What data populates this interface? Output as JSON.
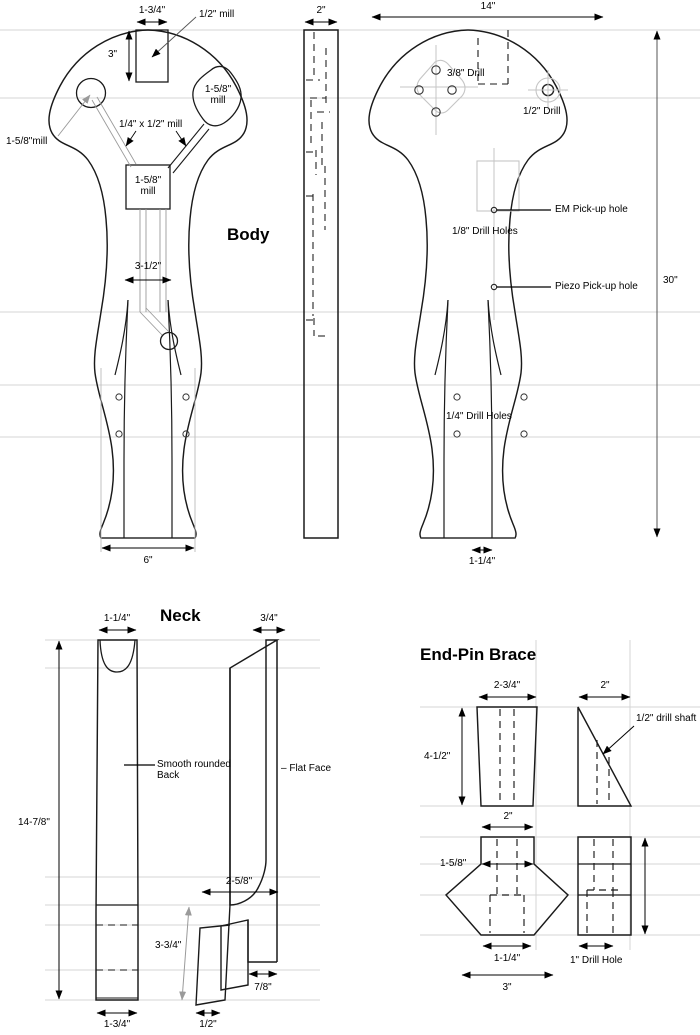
{
  "drawing": {
    "sheet_width": 700,
    "sheet_height": 1035,
    "line_color": "#000000",
    "guide_color": "#d0d0d0",
    "construction_color": "#bfbfbf"
  },
  "titles": {
    "body": "Body",
    "neck": "Neck",
    "end_pin_brace": "End-Pin Brace"
  },
  "body_view": {
    "dim_top_pocket_width": "1-3/4\"",
    "dim_top_pocket_depth": "3\"",
    "callout_half_inch_mill": "1/2\" mill",
    "callout_upper_right_mill": "1-5/8\"\nmill",
    "callout_left_mill": "1-5/8\"mill",
    "callout_channel_mill": "1/4\" x 1/2\" mill",
    "callout_center_mill": "1-5/8\"\nmill",
    "dim_waist_width": "3-1/2\"",
    "dim_lower_bout_width": "6\"",
    "dim_side_thickness": "2\"",
    "dim_overall_width": "14\"",
    "dim_overall_height": "30\"",
    "dim_tail_width": "1-1/4\"",
    "callout_three_eighths_drill": "3/8\" Drill",
    "callout_half_drill": "1/2\" Drill",
    "callout_eighth_drill_holes": "1/8\" Drill Holes",
    "callout_quarter_drill_holes": "1/4\" Drill Holes",
    "callout_em_pickup": "EM Pick-up hole",
    "callout_piezo_pickup": "Piezo Pick-up hole"
  },
  "neck_view": {
    "dim_nut_width": "1-1/4\"",
    "dim_face_thickness": "3/4\"",
    "dim_length": "14-7/8\"",
    "dim_heel_width": "1-3/4\"",
    "dim_tenon_width": "1/2\"",
    "dim_heel_depth": "2-5/8\"",
    "dim_tenon_length": "3-3/4\"",
    "dim_heel_foot": "7/8\"",
    "callout_rounded_back": "Smooth rounded\nBack",
    "callout_flat_face": "– Flat Face"
  },
  "end_pin_brace": {
    "dim_top_width": "2-3/4\"",
    "dim_height": "4-1/2\"",
    "dim_side_width": "2\"",
    "callout_drill_shaft": "1/2\" drill shaft",
    "dim_plan_top_width": "2\"",
    "dim_plan_mid_width": "1-5/8\"",
    "dim_plan_neck_width": "1-1/4\"",
    "dim_plan_overall_width": "3\"",
    "callout_one_inch_drill_hole": "1\" Drill Hole"
  }
}
